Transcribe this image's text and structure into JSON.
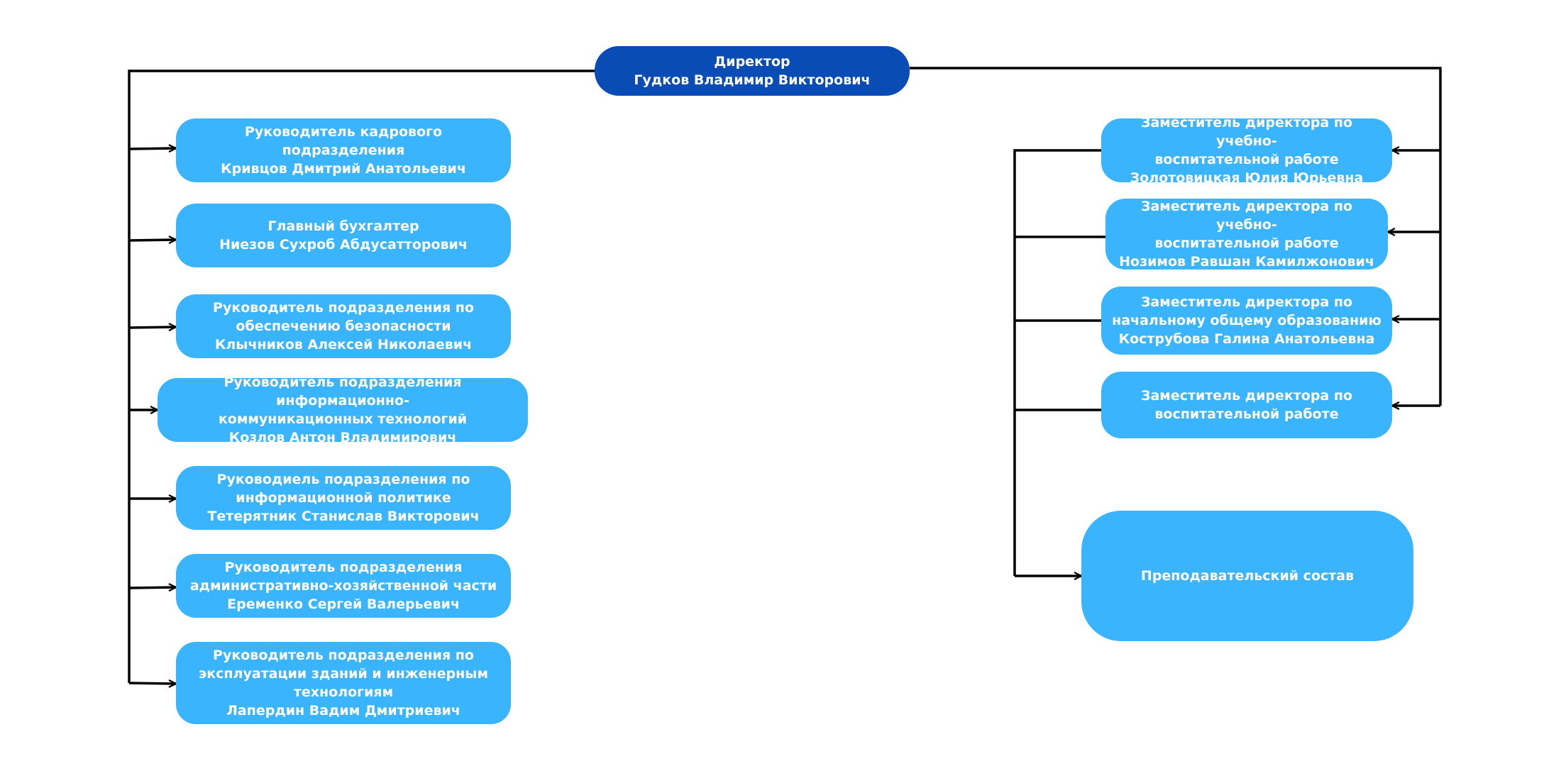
{
  "director": {
    "title": "Директор",
    "name": "Гудков Владимир Викторович"
  },
  "left_units": [
    {
      "lines": [
        "Руководитель кадрового подразделения",
        "Кривцов Дмитрий Анатольевич"
      ]
    },
    {
      "lines": [
        "Главный бухгалтер",
        "Ниезов Сухроб Абдусатторович"
      ]
    },
    {
      "lines": [
        "Руководитель подразделения по",
        "обеспечению безопасности",
        "Клычников Алексей Николаевич"
      ]
    },
    {
      "lines": [
        "Руководитель подразделения информационно-",
        "коммуникационных технологий",
        "Козлов Антон Владимирович"
      ]
    },
    {
      "lines": [
        "Руководиель подразделения по",
        "информационной политике",
        "Тетерятник Станислав Викторович"
      ]
    },
    {
      "lines": [
        "Руководитель подразделения",
        "административно-хозяйственной части",
        "Еременко Сергей Валерьевич"
      ]
    },
    {
      "lines": [
        "Руководитель подразделения по",
        "эксплуатации зданий и инженерным",
        "технологиям",
        "Лапердин Вадим Дмитриевич"
      ]
    }
  ],
  "right_units": [
    {
      "lines": [
        "Заместитель директора по учебно-",
        "воспитательной работе",
        "Золотовицкая Юлия Юрьевна"
      ]
    },
    {
      "lines": [
        "Заместитель директора по учебно-",
        "воспитательной работе",
        "Нозимов Равшан Камилжонович"
      ]
    },
    {
      "lines": [
        "Заместитель директора по",
        "начальному общему образованию",
        "Кострубова Галина Анатольевна"
      ]
    },
    {
      "lines": [
        "Заместитель директора по",
        "воспитательной работе"
      ]
    }
  ],
  "teaching_staff": {
    "label": "Преподавательский состав"
  },
  "colors": {
    "director": "#0a4cb5",
    "unit": "#39b4fd",
    "text": "#ffffff",
    "connector": "#000000"
  }
}
